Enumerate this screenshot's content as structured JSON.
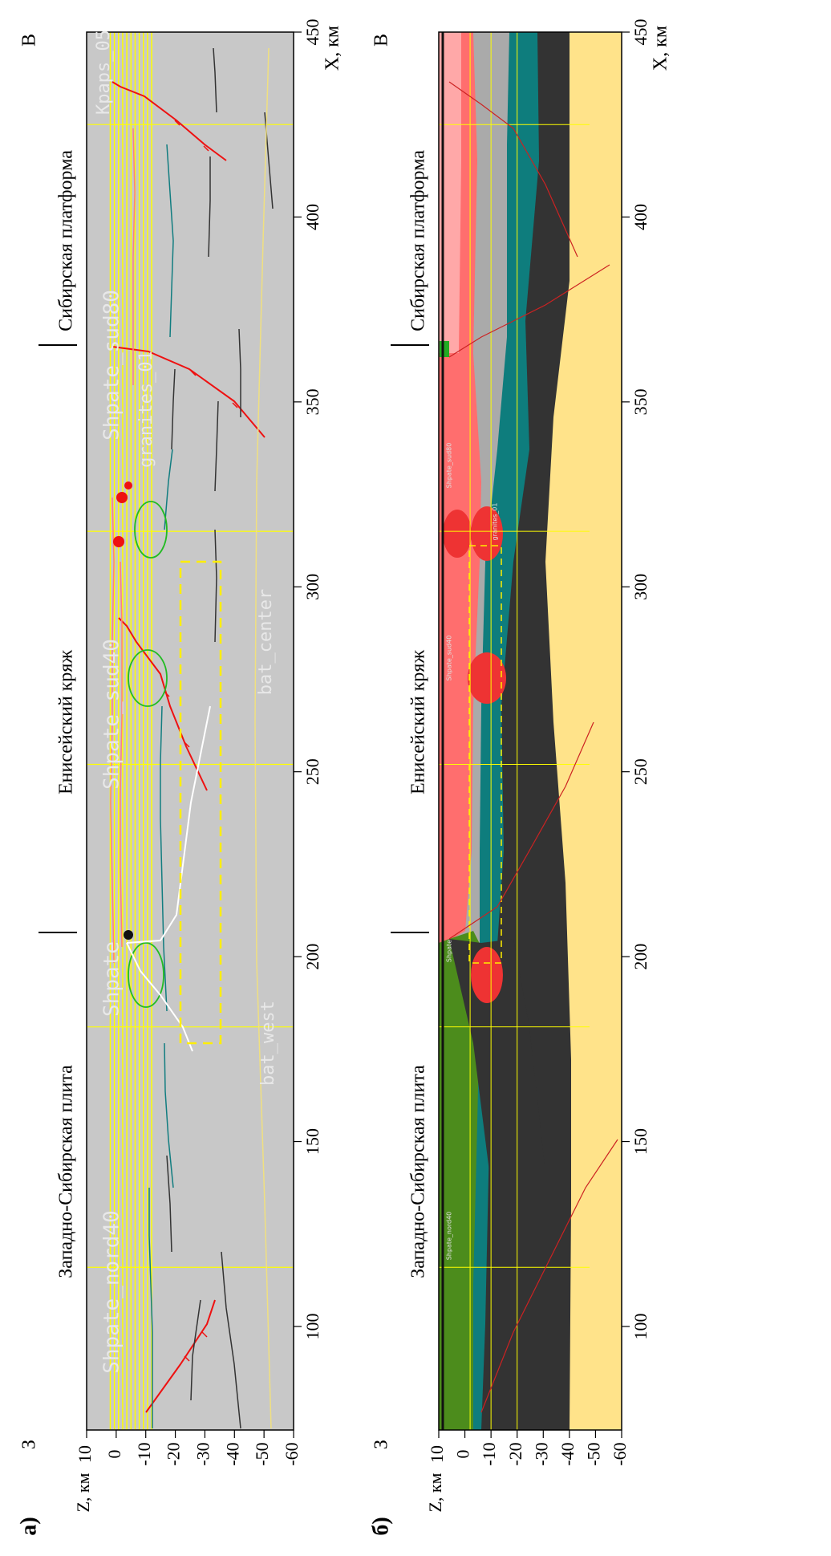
{
  "panels": [
    {
      "id": "a",
      "panel_label": "а)",
      "z_axis_label": "Z, км",
      "x_axis_label": "X, км",
      "west_label": "З",
      "east_label": "В",
      "region_labels": [
        "Западно-Сибирская плита",
        "Енисейский кряж",
        "Сибирская платформа"
      ],
      "overlay_labels": [
        "Shpate_nord40",
        "Shpate",
        "Shpate_sud40",
        "Shpate_sud80",
        "granites_01",
        "bat_west",
        "bat_center",
        "Kpaps_05"
      ]
    },
    {
      "id": "b",
      "panel_label": "б)",
      "z_axis_label": "Z, км",
      "x_axis_label": "X, км",
      "west_label": "З",
      "east_label": "В",
      "region_labels": [
        "Западно-Сибирская плита",
        "Енисейский кряж",
        "Сибирская платформа"
      ],
      "overlay_labels": [
        "Shpate_nord40",
        "Shpate",
        "Shpate_sud40",
        "Shpate_sud80",
        "granites_01"
      ]
    }
  ],
  "axes": {
    "x_ticks": [
      "100",
      "150",
      "200",
      "250",
      "300",
      "350",
      "400",
      "450"
    ],
    "z_ticks": [
      "10",
      "0",
      "-10",
      "-20",
      "-30",
      "-40",
      "-50",
      "-60"
    ],
    "x_range_km": [
      72,
      450
    ],
    "z_range_km": [
      -60,
      10
    ]
  },
  "colors": {
    "background_a": "#c8c8c8",
    "yellow": "#ffff00",
    "red": "#ff0000",
    "green": "#22bb22",
    "teal": "#0e7d7d",
    "dark": "#333333",
    "pink": "#ff7f7f",
    "sand": "#ffe38a",
    "olive": "#4c8c1c"
  }
}
